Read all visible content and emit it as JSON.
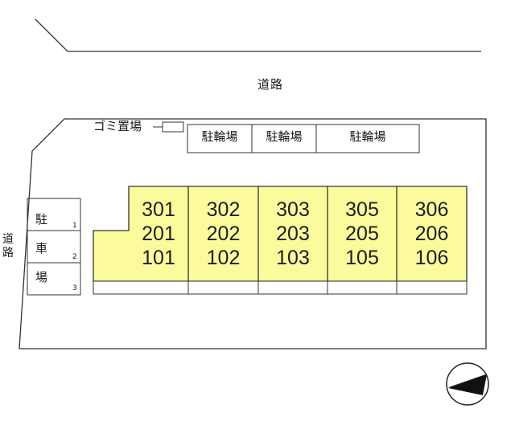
{
  "road_top": "道路",
  "road_left": "道路",
  "garbage_label": "ゴミ置場",
  "bike_parking": [
    "駐輪場",
    "駐輪場",
    "駐輪場"
  ],
  "car_parking": {
    "chars": [
      "駐",
      "車",
      "場"
    ],
    "spaces": [
      "1",
      "2",
      "3"
    ]
  },
  "units": [
    [
      "301",
      "201",
      "101"
    ],
    [
      "302",
      "202",
      "102"
    ],
    [
      "303",
      "203",
      "103"
    ],
    [
      "305",
      "205",
      "105"
    ],
    [
      "306",
      "206",
      "106"
    ]
  ],
  "colors": {
    "building": "#fbfb9e",
    "line": "#333333"
  },
  "icons": [
    "compass-icon"
  ]
}
